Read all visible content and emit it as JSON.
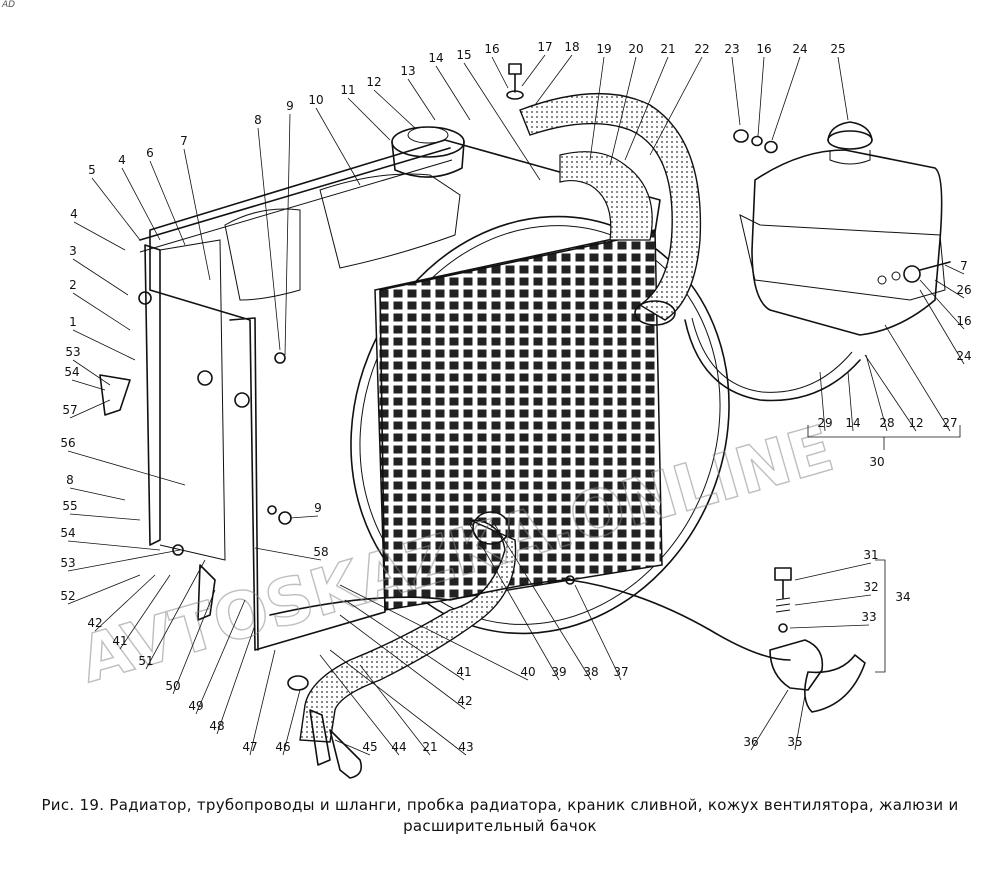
{
  "figure": {
    "corner_mark": "AD",
    "caption_line1": "Рис. 19. Радиатор, трубопроводы и шланги, пробка радиатора, краник сливной, кожух вентилятора, жалюзи и",
    "caption_line2": "расширительный бачок",
    "watermark": "AVTOSKAZKA.ONLINE"
  },
  "callouts": [
    "1",
    "2",
    "3",
    "4",
    "4",
    "5",
    "6",
    "7",
    "7",
    "8",
    "8",
    "9",
    "9",
    "10",
    "11",
    "12",
    "12",
    "13",
    "14",
    "14",
    "15",
    "16",
    "16",
    "16",
    "17",
    "18",
    "19",
    "20",
    "21",
    "21",
    "22",
    "23",
    "24",
    "24",
    "25",
    "26",
    "27",
    "28",
    "29",
    "30",
    "31",
    "32",
    "33",
    "34",
    "35",
    "36",
    "37",
    "38",
    "39",
    "40",
    "41",
    "41",
    "42",
    "42",
    "43",
    "44",
    "45",
    "46",
    "47",
    "48",
    "49",
    "50",
    "51",
    "52",
    "53",
    "53",
    "54",
    "54",
    "55",
    "56",
    "57",
    "58"
  ],
  "colors": {
    "ink": "#111111",
    "paper": "#ffffff",
    "watermark": "#8a8a8a"
  }
}
